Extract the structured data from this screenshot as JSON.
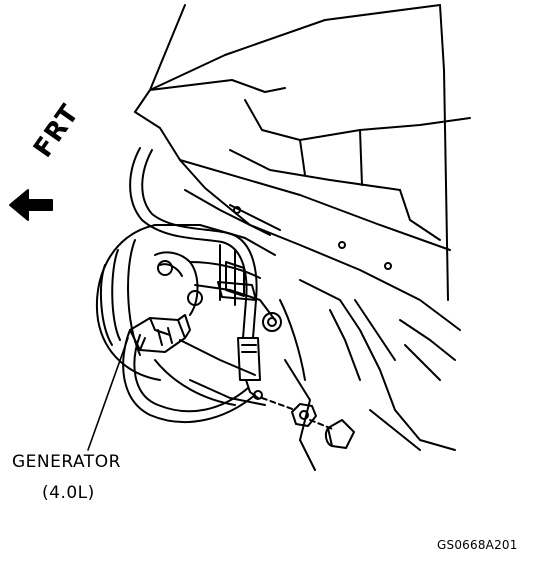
{
  "labels": {
    "direction": "FRT",
    "component": "GENERATOR",
    "engine": "(4.0L)",
    "figure_code": "GS0668A201"
  },
  "colors": {
    "ink": "#000000",
    "paper": "#ffffff"
  },
  "icons": {
    "direction_marker": "arrow-left-icon"
  }
}
